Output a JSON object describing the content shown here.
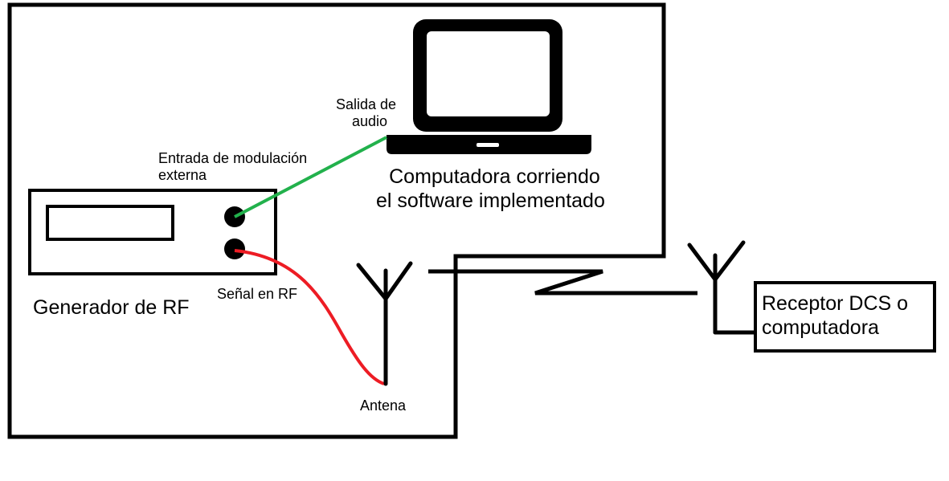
{
  "labels": {
    "audio_output_line1": "Salida de",
    "audio_output_line2": "audio",
    "modulation_input_line1": "Entrada de modulación",
    "modulation_input_line2": "externa",
    "computer_line1": "Computadora corriendo",
    "computer_line2": "el software implementado",
    "rf_generator": "Generador de RF",
    "rf_signal": "Señal en RF",
    "antenna": "Antena",
    "receiver_line1": "Receptor DCS o",
    "receiver_line2": "computadora"
  },
  "colors": {
    "audio_cable": "#22b14c",
    "rf_cable": "#ed1c24",
    "stroke": "#000000"
  },
  "icons": {
    "computer": "laptop-icon",
    "transmit_antenna": "antenna-icon",
    "receive_antenna": "antenna-icon",
    "wireless_link": "lightning-icon"
  }
}
